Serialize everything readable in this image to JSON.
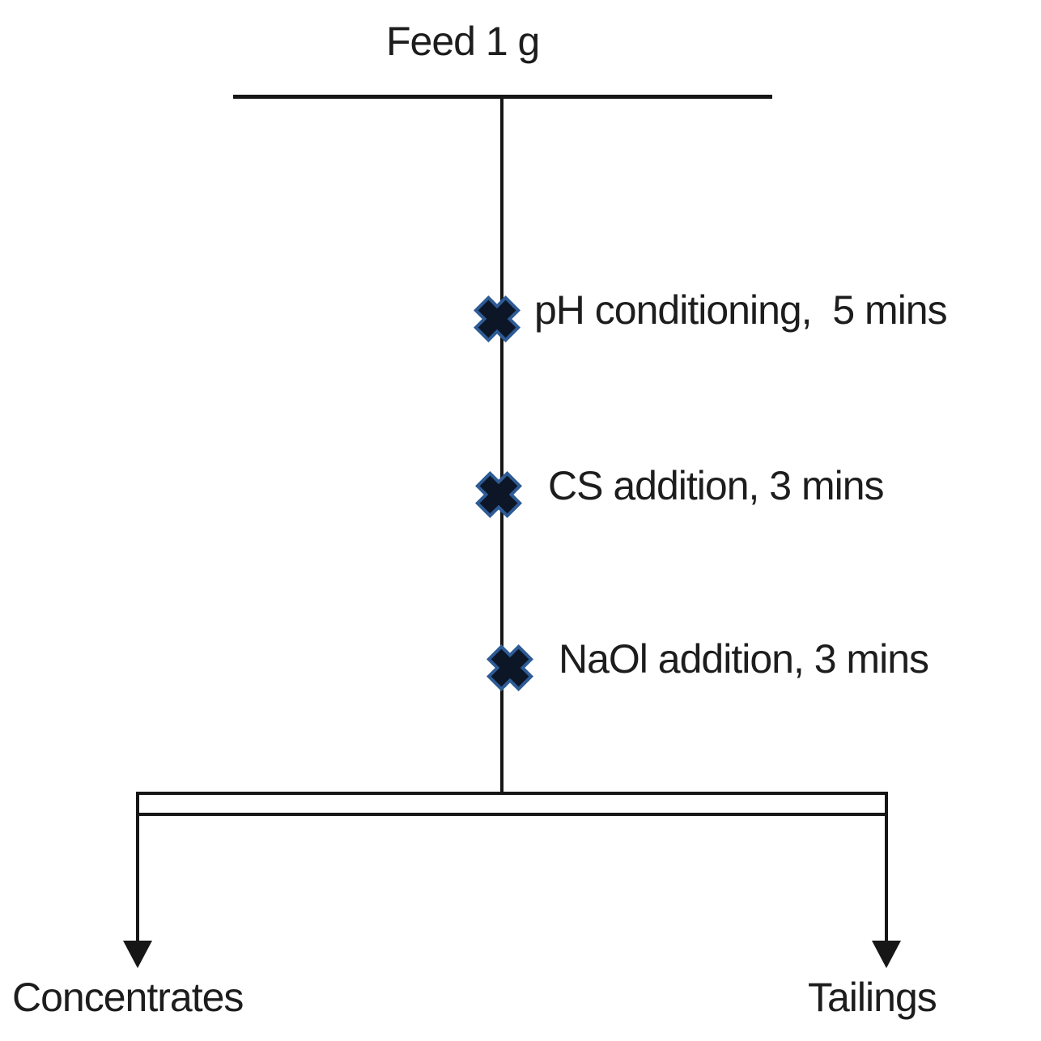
{
  "flowchart": {
    "feed_label": "Feed 1 g",
    "steps": [
      {
        "label": "pH conditioning,  5 mins",
        "marker_icon": "x-marker-icon"
      },
      {
        "label": "CS addition, 3 mins",
        "marker_icon": "x-marker-icon"
      },
      {
        "label": "NaOl addition, 3 mins",
        "marker_icon": "x-marker-icon"
      }
    ],
    "outputs": {
      "left": {
        "label": "Concentrates",
        "arrow_icon": "down-arrow-icon"
      },
      "right": {
        "label": "Tailings",
        "arrow_icon": "down-arrow-icon"
      }
    },
    "colors": {
      "line": "#161616",
      "text": "#1d1d1d",
      "marker_fill": "#0c1626",
      "marker_edge": "#2d5b96"
    }
  }
}
